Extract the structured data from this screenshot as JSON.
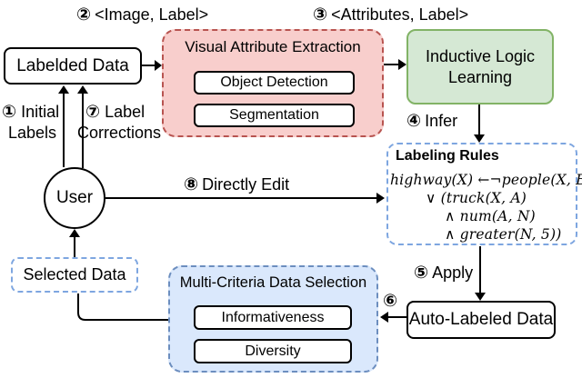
{
  "diagram": {
    "top_labels": {
      "image_label": {
        "num": "②",
        "text": "<Image, Label>"
      },
      "attributes_label": {
        "num": "③",
        "text": "<Attributes, Label>"
      }
    },
    "nodes": {
      "labeled_data": "Labelded Data",
      "visual_attribute_extraction": {
        "title": "Visual Attribute Extraction",
        "items": [
          "Object Detection",
          "Segmentation"
        ]
      },
      "inductive_logic_learning": {
        "line1": "Inductive Logic",
        "line2": "Learning"
      },
      "labeling_rules": {
        "title": "Labeling Rules",
        "lines": [
          "highway(X) ←¬people(X, B)",
          "∨ (truck(X, A)",
          "∧ num(A, N)",
          "∧ greater(N, 5))"
        ]
      },
      "user": "User",
      "selected_data": "Selected Data",
      "multi_criteria_data_selection": {
        "title": "Multi-Criteria Data Selection",
        "items": [
          "Informativeness",
          "Diversity"
        ]
      },
      "auto_labeled_data": "Auto-Labeled Data"
    },
    "edge_labels": {
      "initial_labels": {
        "num": "①",
        "line1": "Initial",
        "line2": "Labels"
      },
      "label_corrections": {
        "num": "⑦",
        "line1": "Label",
        "line2": "Corrections"
      },
      "infer": {
        "num": "④",
        "text": "Infer"
      },
      "apply": {
        "num": "⑤",
        "text": "Apply"
      },
      "step_six": {
        "num": "⑥"
      },
      "directly_edit": {
        "num": "⑧",
        "text": "Directly Edit"
      }
    },
    "colors": {
      "pink_fill": "#f8cecc",
      "pink_border": "#b85450",
      "green_fill": "#d5e8d4",
      "green_border": "#82b366",
      "blue_fill": "#dae8fc",
      "blue_border": "#6c8ebf",
      "dashed_blue": "#7ea6e0",
      "line": "#000000"
    }
  }
}
